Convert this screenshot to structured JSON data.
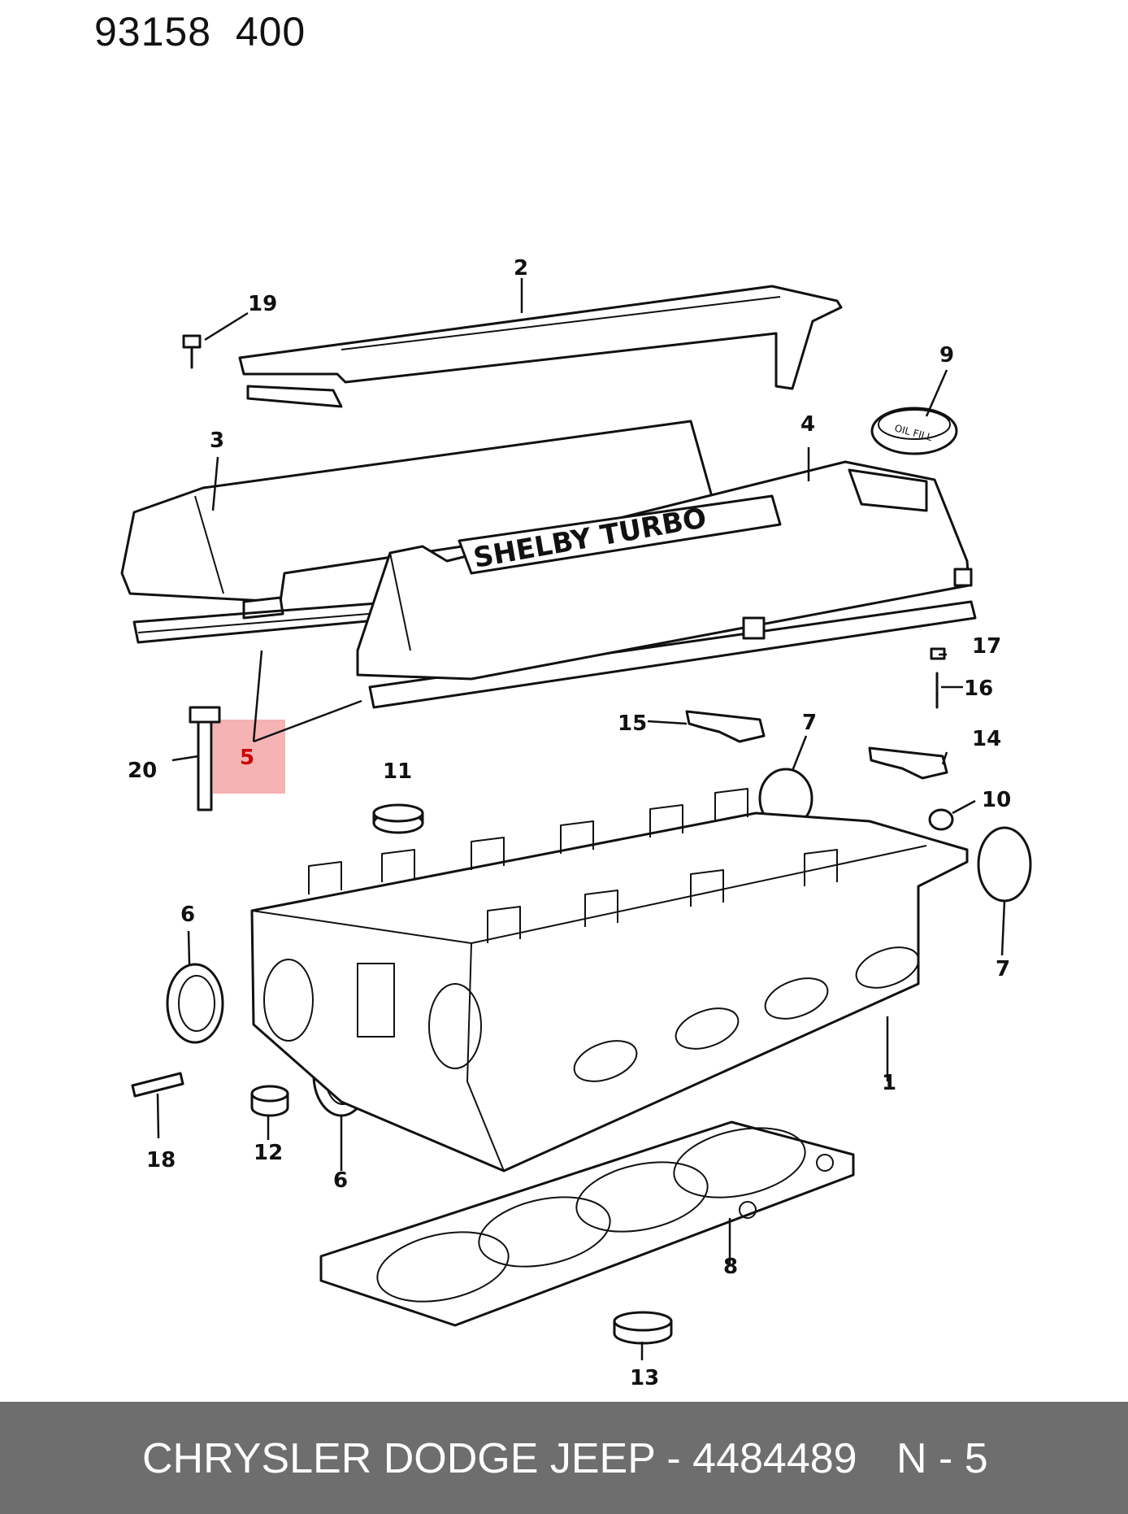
{
  "header": {
    "code": "93158  400"
  },
  "callouts": {
    "c1": "1",
    "c2": "2",
    "c3": "3",
    "c4": "4",
    "c5": "5",
    "c6a": "6",
    "c6b": "6",
    "c7a": "7",
    "c7b": "7",
    "c8": "8",
    "c9": "9",
    "c10": "10",
    "c11": "11",
    "c12": "12",
    "c13": "13",
    "c14": "14",
    "c15": "15",
    "c16": "16",
    "c17": "17",
    "c18": "18",
    "c19": "19",
    "c20": "20"
  },
  "highlight": {
    "part": "5",
    "color": "#f4a6a6"
  },
  "footer": {
    "brand_part": "CHRYSLER DODGE JEEP - 4484489",
    "ref": "N - 5",
    "background": "#6e6e6e"
  }
}
